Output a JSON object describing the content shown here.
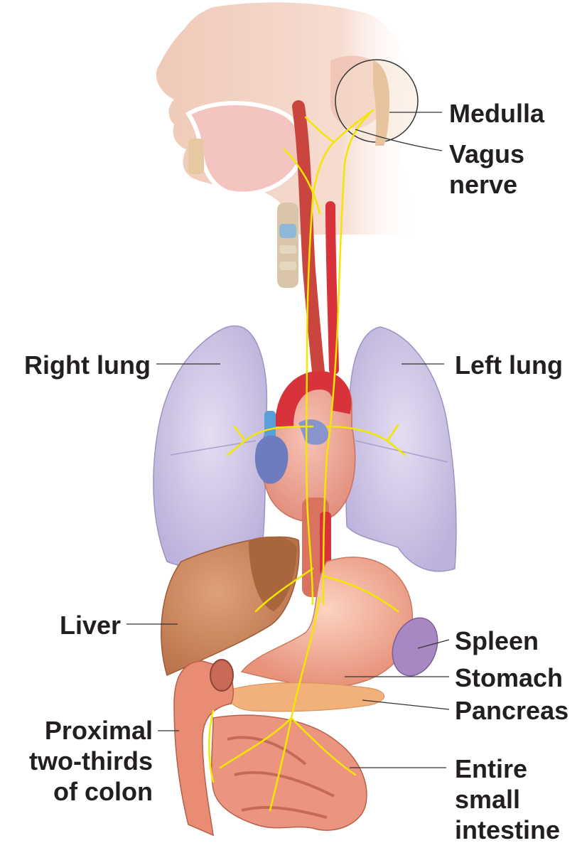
{
  "labels": {
    "medulla": "Medulla",
    "vagus_nerve": [
      "Vagus",
      "nerve"
    ],
    "right_lung": "Right lung",
    "left_lung": "Left lung",
    "liver": "Liver",
    "spleen": "Spleen",
    "stomach": "Stomach",
    "pancreas": "Pancreas",
    "colon": [
      "Proximal",
      "two-thirds",
      "of colon"
    ],
    "small_intestine": [
      "Entire",
      "small",
      "intestine"
    ]
  },
  "colors": {
    "nerve": "#f3e600",
    "lung": "#cfc6e6",
    "liver": "#c98355",
    "stomach": "#f0a386",
    "heart": "#e98b7f",
    "artery": "#d8323b",
    "vein_blue": "#5a9fd6",
    "spleen": "#9d7cb3",
    "pancreas": "#f2b07b",
    "intestine": "#e6846e",
    "skin": "#f3d3c4",
    "label_text": "#231f20"
  }
}
